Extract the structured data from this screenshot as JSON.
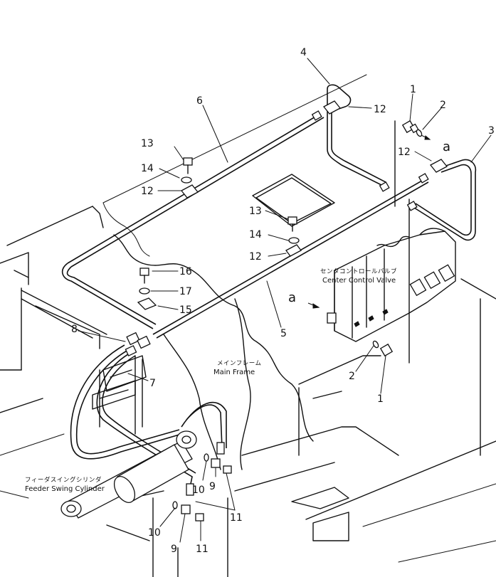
{
  "callouts": {
    "n1_top": "1",
    "n2_top": "2",
    "n3": "3",
    "n4": "4",
    "n6": "6",
    "n12_top": "12",
    "n12_right": "12",
    "n13_left": "13",
    "n14_left": "14",
    "n12_left": "12",
    "n13_mid": "13",
    "n14_mid": "14",
    "n12_mid": "12",
    "n16": "16",
    "n17": "17",
    "n15": "15",
    "n5": "5",
    "n8": "8",
    "n7": "7",
    "n2_bot": "2",
    "n1_bot": "1",
    "n10_right": "10",
    "n9_right": "9",
    "n11_right": "11",
    "n10_left": "10",
    "n9_left": "9",
    "n11_left": "11"
  },
  "letters": {
    "a_top": "a",
    "a_mid": "a"
  },
  "labels": {
    "center_valve_jp": "センタコントロールバルブ",
    "center_valve_en": "Center Control Valve",
    "main_frame_jp": "メインフレーム",
    "main_frame_en": "Main Frame",
    "feeder_jp": "フィーダスイングシリンダ",
    "feeder_en": "Feeder Swing Cylinder"
  }
}
